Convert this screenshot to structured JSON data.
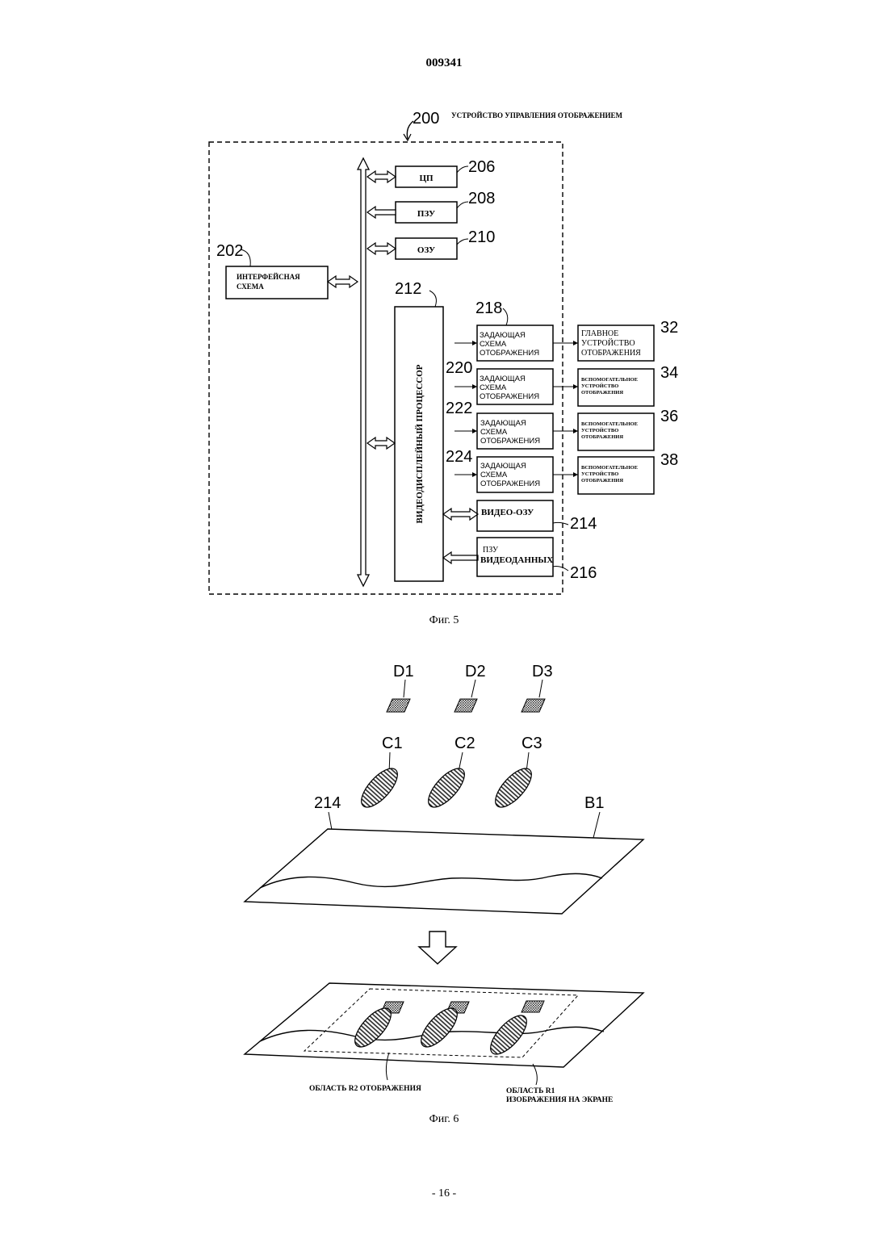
{
  "header": {
    "doc_number": "009341"
  },
  "fig5": {
    "device_num": "200",
    "device_title": "УСТРОЙСТВО УПРАВЛЕНИЯ ОТОБРАЖЕНИЕМ",
    "cpu_label": "ЦП",
    "cpu_num": "206",
    "rom_label": "ПЗУ",
    "rom_num": "208",
    "ram_label": "ОЗУ",
    "ram_num": "210",
    "iface_num": "202",
    "iface_line1": "ИНТЕРФЕЙСНАЯ",
    "iface_line2": "СХЕМА",
    "vdp_num": "212",
    "vdp_label": "ВИДЕОДИСПЛЕЙНЫЙ ПРОЦЕССОР",
    "drivers": [
      {
        "num": "218",
        "l1": "ЗАДАЮЩАЯ",
        "l2": "СХЕМА",
        "l3": "ОТОБРАЖЕНИЯ"
      },
      {
        "num": "220",
        "l1": "ЗАДАЮЩАЯ",
        "l2": "СХЕМА",
        "l3": "ОТОБРАЖЕНИЯ"
      },
      {
        "num": "222",
        "l1": "ЗАДАЮЩАЯ",
        "l2": "СХЕМА",
        "l3": "ОТОБРАЖЕНИЯ"
      },
      {
        "num": "224",
        "l1": "ЗАДАЮЩАЯ",
        "l2": "СХЕМА",
        "l3": "ОТОБРАЖЕНИЯ"
      }
    ],
    "displays": [
      {
        "num": "32",
        "l1": "ГЛАВНОЕ",
        "l2": "УСТРОЙСТВО",
        "l3": "ОТОБРАЖЕНИЯ"
      },
      {
        "num": "34",
        "l1": "ВСПОМОГАТЕЛЬНОЕ",
        "l2": "УСТРОЙСТВО",
        "l3": "ОТОБРАЖЕНИЯ"
      },
      {
        "num": "36",
        "l1": "ВСПОМОГАТЕЛЬНОЕ",
        "l2": "УСТРОЙСТВО",
        "l3": "ОТОБРАЖЕНИЯ"
      },
      {
        "num": "38",
        "l1": "ВСПОМОГАТЕЛЬНОЕ",
        "l2": "УСТРОЙСТВО",
        "l3": "ОТОБРАЖЕНИЯ"
      }
    ],
    "vram_label": "ВИДЕО-ОЗУ",
    "vram_num": "214",
    "vrom_line1": "ПЗУ",
    "vrom_line2": "ВИДЕОДАННЫХ",
    "vrom_num": "216",
    "caption": "Фиг. 5"
  },
  "fig6": {
    "d1": "D1",
    "d2": "D2",
    "d3": "D3",
    "c1": "C1",
    "c2": "C2",
    "c3": "C3",
    "vram_num": "214",
    "b1": "B1",
    "region_r2": "ОБЛАСТЬ R2 ОТОБРАЖЕНИЯ",
    "region_r1_line1": "ОБЛАСТЬ R1",
    "region_r1_line2": "ИЗОБРАЖЕНИЯ НА ЭКРАНЕ",
    "caption": "Фиг. 6"
  },
  "footer": {
    "page_number": "- 16 -"
  }
}
